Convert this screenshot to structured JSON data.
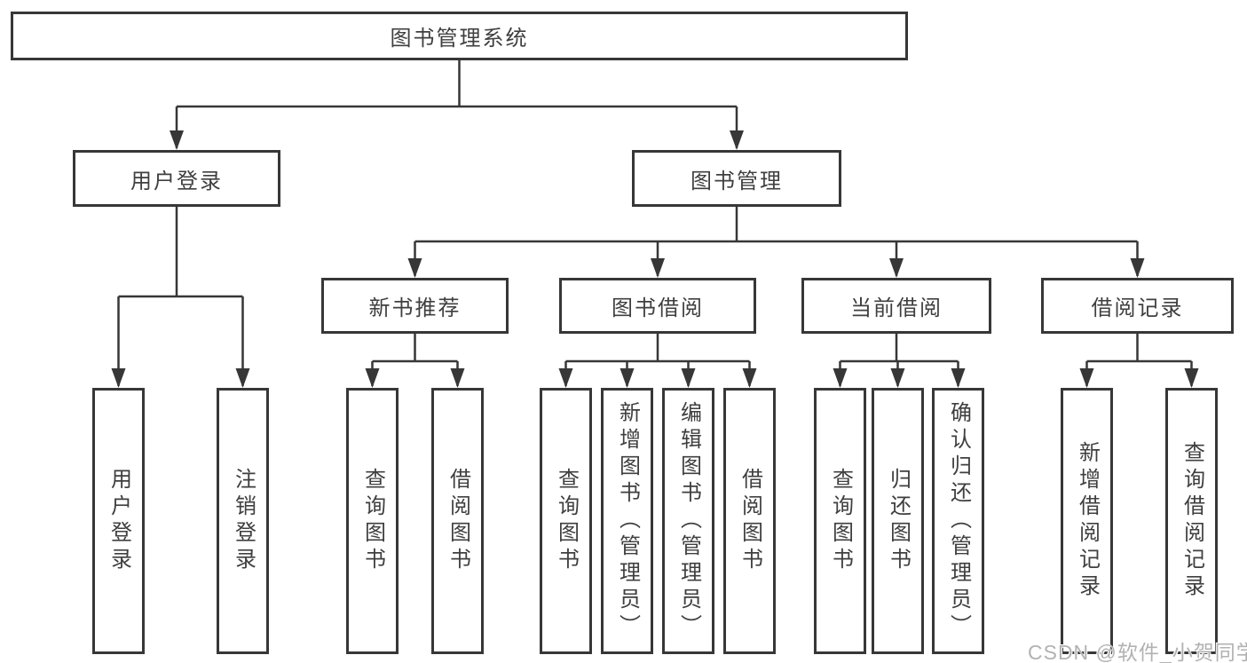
{
  "diagram": {
    "root": {
      "label": "图书管理系统"
    },
    "branches": [
      {
        "label": "用户登录",
        "leaves": [
          {
            "label": "用户登录"
          },
          {
            "label": "注销登录"
          }
        ]
      },
      {
        "label": "图书管理",
        "groups": [
          {
            "label": "新书推荐",
            "leaves": [
              {
                "label": "查询图书"
              },
              {
                "label": "借阅图书"
              }
            ]
          },
          {
            "label": "图书借阅",
            "leaves": [
              {
                "label": "查询图书"
              },
              {
                "label": "新增图书（管理员）"
              },
              {
                "label": "编辑图书（管理员）"
              },
              {
                "label": "借阅图书"
              }
            ]
          },
          {
            "label": "当前借阅",
            "leaves": [
              {
                "label": "查询图书"
              },
              {
                "label": "归还图书"
              },
              {
                "label": "确认归还（管理员）"
              }
            ]
          },
          {
            "label": "借阅记录",
            "leaves": [
              {
                "label": "新增借阅记录"
              },
              {
                "label": "查询借阅记录"
              }
            ]
          }
        ]
      }
    ]
  },
  "watermark": {
    "text": "CSDN @软件_小贺同学"
  },
  "colors": {
    "line": "#373737",
    "box_border": "#373737",
    "text": "#3f3f3f",
    "watermark": "#b2b2b2",
    "background": "#ffffff"
  }
}
